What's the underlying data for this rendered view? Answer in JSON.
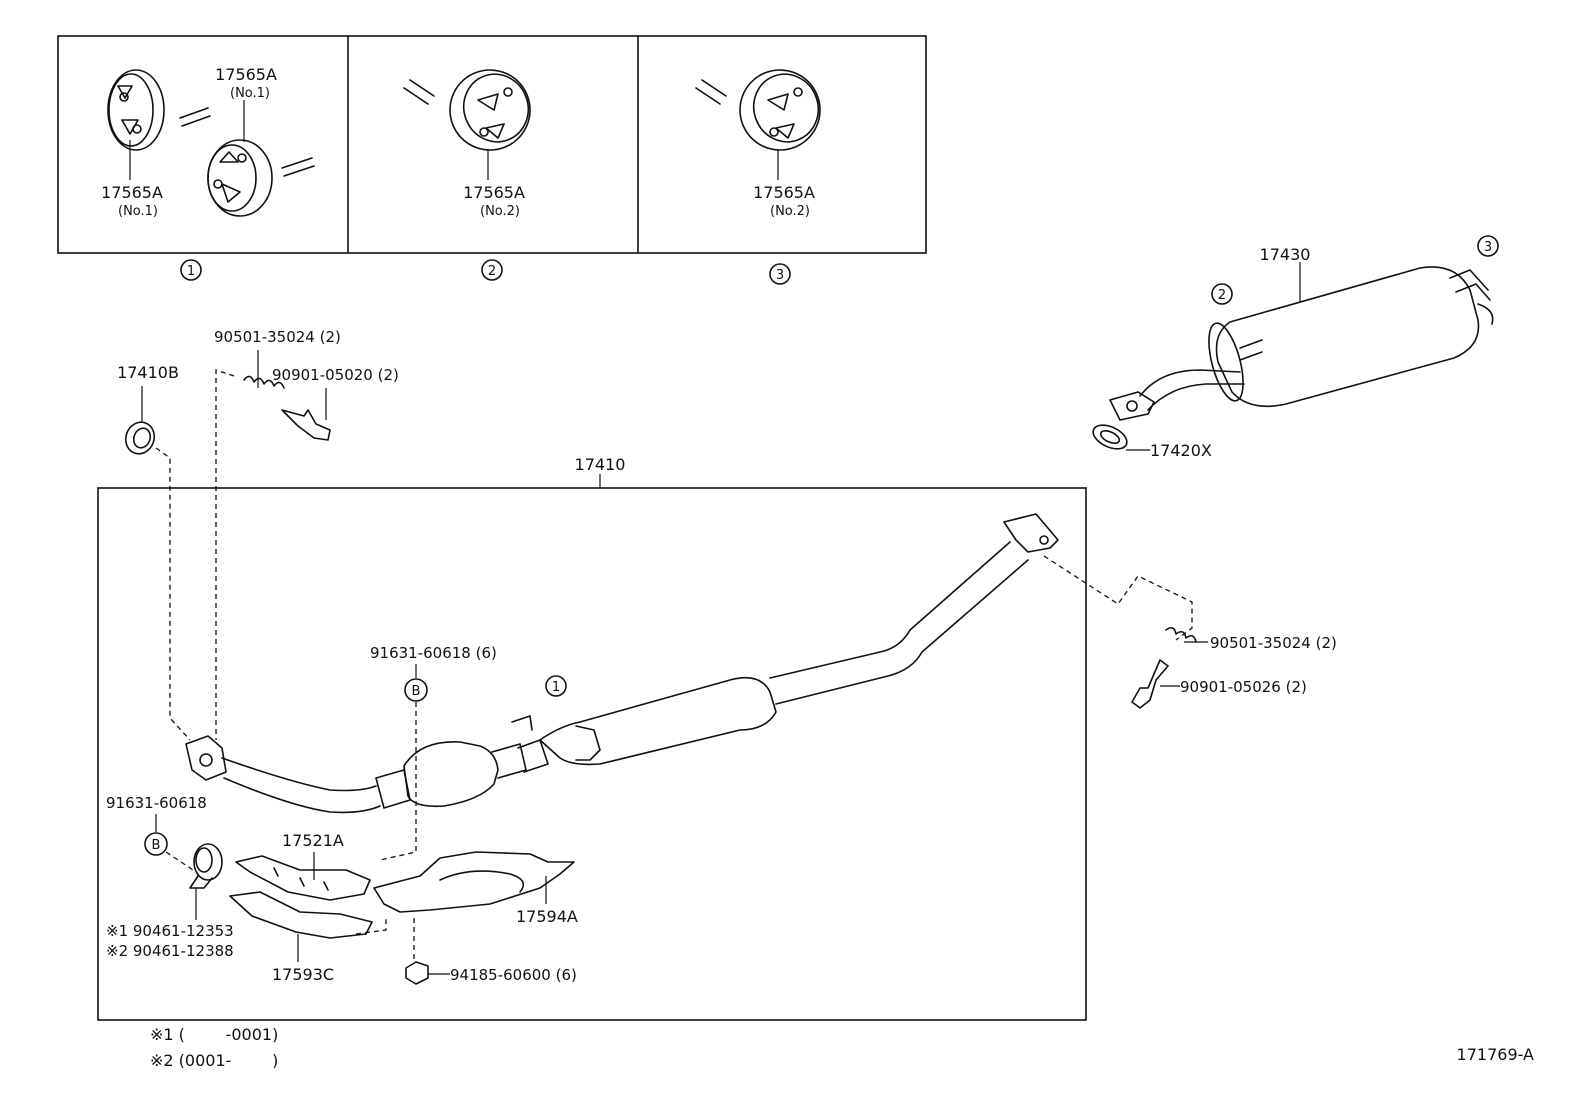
{
  "inset_panels": [
    {
      "callout": "1",
      "labels": [
        {
          "part": "17565A",
          "note": "(No.1)"
        },
        {
          "part": "17565A",
          "note": "(No.1)"
        }
      ]
    },
    {
      "callout": "2",
      "labels": [
        {
          "part": "17565A",
          "note": "(No.2)"
        }
      ]
    },
    {
      "callout": "3",
      "labels": [
        {
          "part": "17565A",
          "note": "(No.2)"
        }
      ]
    }
  ],
  "muffler": {
    "part": "17430",
    "gasket": "17420X",
    "callout_front": "2",
    "callout_rear": "3"
  },
  "gasket_front": "17410B",
  "spring_top": "90501-35024 (2)",
  "bolt_top": "90901-05020 (2)",
  "assembly_label": "17410",
  "spring_right": "90501-35024 (2)",
  "bolt_right": "90901-05026 (2)",
  "bracket_top_label": "91631-60618 (6)",
  "bracket_top_marker": "B",
  "bracket_left_label": "91631-60618",
  "bracket_left_marker": "B",
  "center_hanger_callout": "1",
  "insulator_upper": "17521A",
  "insulator_lower": "17593C",
  "insulator_rear": "17594A",
  "nut": "94185-60600 (6)",
  "clamp_1": "※1 90461-12353",
  "clamp_2": "※2 90461-12388",
  "footnotes": {
    "note_1": "※1 (        -0001)",
    "note_2": "※2 (0001-        )"
  },
  "diagram_id": "171769-A"
}
